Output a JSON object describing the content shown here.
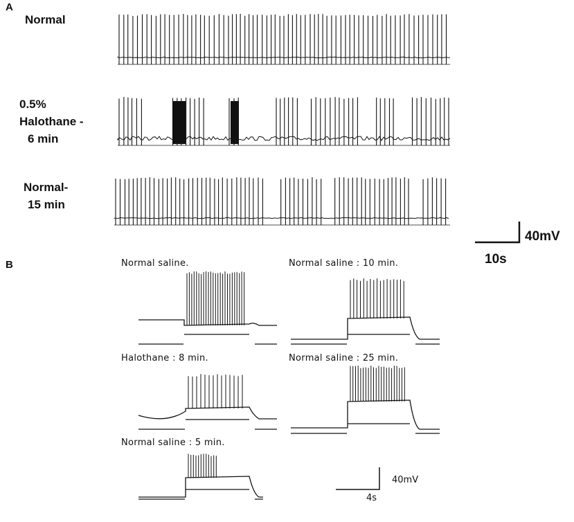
{
  "panelA": {
    "letter": "A",
    "traces": [
      {
        "label_lines": [
          "Normal"
        ]
      },
      {
        "label_lines": [
          "0.5%",
          "Halothane -",
          "6 min"
        ]
      },
      {
        "label_lines": [
          "Normal-",
          "15 min"
        ]
      }
    ],
    "scale_voltage": "40mV",
    "scale_time": "10s"
  },
  "panelB": {
    "letter": "B",
    "traces": [
      {
        "label": "Normal saline."
      },
      {
        "label": "Normal saline : 10 min."
      },
      {
        "label": "Halothane : 8 min."
      },
      {
        "label": "Normal saline : 25 min."
      },
      {
        "label": "Normal saline : 5 min."
      }
    ],
    "scale_voltage": "40mV",
    "scale_time": "4s"
  },
  "colors": {
    "ink": "#111111",
    "background": "#ffffff"
  }
}
